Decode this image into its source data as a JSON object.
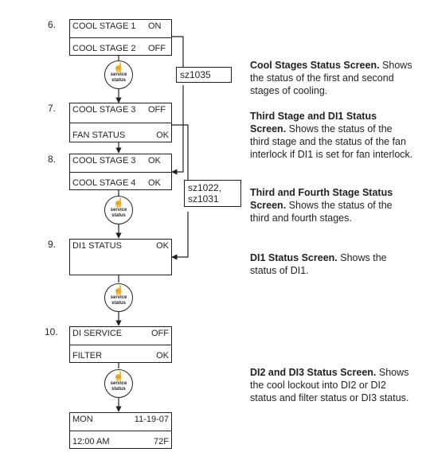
{
  "steps": [
    {
      "number": "6.",
      "line1_label": "COOL STAGE 1",
      "line1_value": "ON",
      "line2_label": "COOL STAGE 2",
      "line2_value": "OFF"
    },
    {
      "number": "7.",
      "line1_label": "COOL STAGE 3",
      "line1_value": "OFF",
      "line2_label": "FAN  STATUS",
      "line2_value": "OK"
    },
    {
      "number": "8.",
      "line1_label": "COOL STAGE 3",
      "line1_value": "OK",
      "line2_label": "COOL STAGE 4",
      "line2_value": "OK"
    },
    {
      "number": "9.",
      "line1_label": "DI1 STATUS",
      "line1_value": "OK",
      "line2_label": "",
      "line2_value": ""
    },
    {
      "number": "10.",
      "line1_label": "DI SERVICE",
      "line1_value": "OFF",
      "line2_label": "FILTER",
      "line2_value": "OK"
    }
  ],
  "final_screen": {
    "day": "MON",
    "date": "11-19-07",
    "time": "12:00 AM",
    "temp": "72F"
  },
  "service_button": {
    "label_1": "service",
    "label_2": "status",
    "icon": "pointing-hand-icon"
  },
  "refs": {
    "a": "sz1035",
    "b_line1": "sz1022,",
    "b_line2": "sz1031"
  },
  "descriptions": [
    {
      "title": "Cool Stages Status Screen.",
      "body": "Shows the status of the first and second stages of cooling."
    },
    {
      "title": "Third Stage and DI1 Status Screen.",
      "body": "Shows the status of the third stage and the status of the fan interlock if DI1 is set for fan interlock."
    },
    {
      "title": "Third and Fourth Stage Status Screen.",
      "body": "Shows the status of the third and fourth stages."
    },
    {
      "title": "DI1 Status Screen.",
      "body": "Shows the status of DI1."
    },
    {
      "title": "DI2 and DI3 Status Screen.",
      "body": "Shows  the cool lockout into DI2 or DI2 status and filter status or DI3 status."
    }
  ]
}
